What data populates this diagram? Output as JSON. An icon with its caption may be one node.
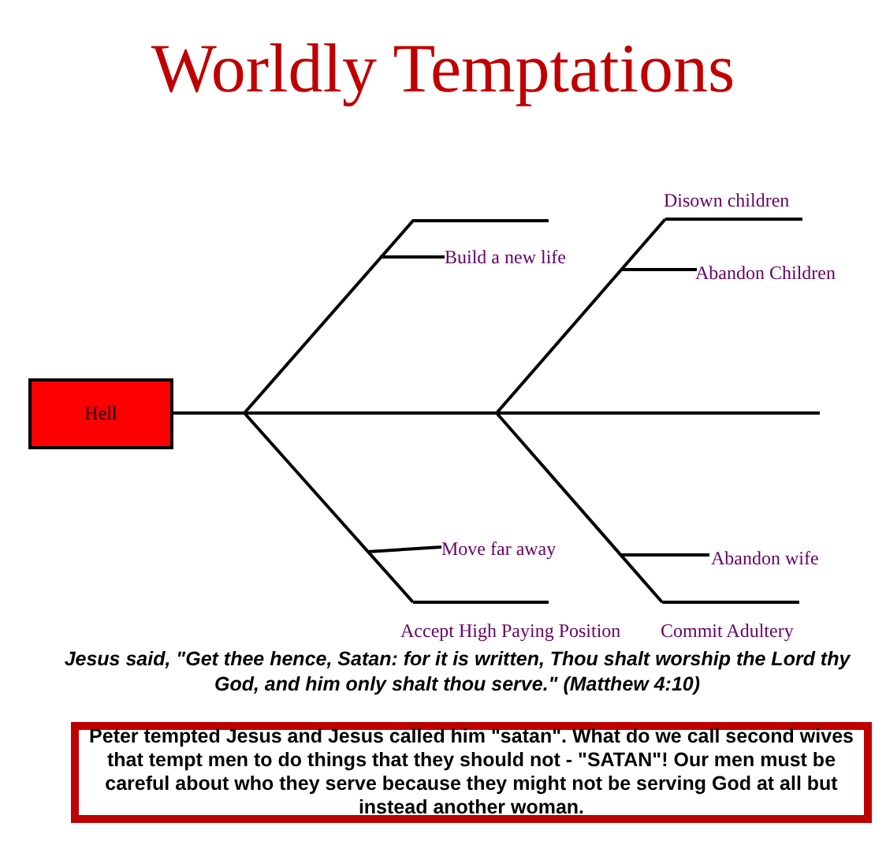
{
  "diagram": {
    "title": "Worldly Temptations",
    "nodes": [
      {
        "text": [
          "Hell"
        ]
      },
      {
        "text": [
          "Disown children"
        ]
      },
      {
        "text": [
          "Build a new life"
        ]
      },
      {
        "text": [
          "Abandon Children"
        ]
      },
      {
        "text": [
          "Move far away"
        ]
      },
      {
        "text": [
          "Abandon wife"
        ]
      },
      {
        "text": [
          "Accept High Paying Position"
        ]
      },
      {
        "text": [
          "Commit Adultery"
        ]
      },
      {
        "text": [
          "Peter tempted Jesus and Jesus called him \"satan\". What do we call second wives that tempt men to do things that they should not - \"SATAN\"! Our men must be careful about who they serve because they might not be serving God at all but instead another woman."
        ]
      }
    ],
    "edges": [
      {
        "from": 0,
        "to": null,
        "arrow": "none"
      },
      {
        "from": 1,
        "to": null,
        "arrow": "none"
      },
      {
        "from": 2,
        "to": null,
        "arrow": "none"
      },
      {
        "from": 3,
        "to": null,
        "arrow": "none"
      },
      {
        "from": 4,
        "to": null,
        "arrow": "none"
      },
      {
        "from": 5,
        "to": null,
        "arrow": "none"
      },
      {
        "from": 6,
        "to": null,
        "arrow": "none"
      },
      {
        "from": 7,
        "to": null,
        "arrow": "none"
      }
    ],
    "labels": [
      "Jesus said, \"Get thee hence, Satan: for it is written, Thou shalt worship the Lord thy God, and him only shalt thou serve.\" (Matthew 4:10)"
    ]
  }
}
